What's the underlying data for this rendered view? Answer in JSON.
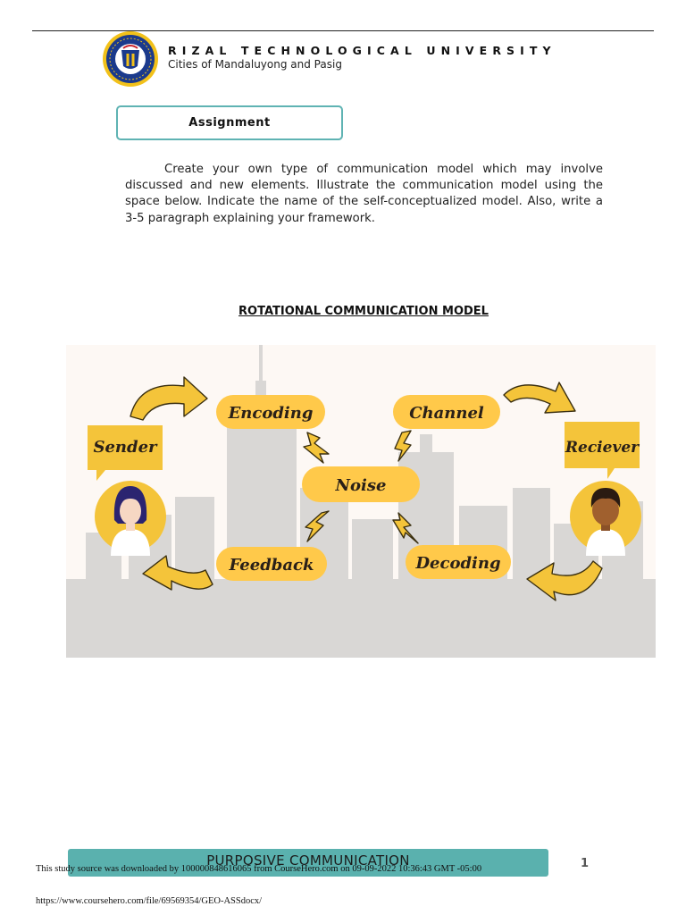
{
  "header": {
    "university": "RIZAL TECHNOLOGICAL UNIVERSITY",
    "campus": "Cities of Mandaluyong and Pasig"
  },
  "assignment": {
    "label": "Assignment",
    "instructions": "Create your own type of communication model which may involve discussed and new elements. Illustrate the communication model using the space below. Indicate the name of the self-conceptualized model. Also, write a 3-5 paragraph explaining your framework."
  },
  "model": {
    "title": "ROTATIONAL COMMUNICATION MODEL",
    "nodes": {
      "sender": "Sender",
      "receiver": "Reciever",
      "encoding": "Encoding",
      "channel": "Channel",
      "noise": "Noise",
      "feedback": "Feedback",
      "decoding": "Decoding"
    }
  },
  "footer": {
    "course": "PURPOSIVE COMMUNICATION",
    "page_number": "1",
    "download_note": "This study source was downloaded by 100000848616065 from CourseHero.com on 09-09-2022 10:36:43 GMT -05:00",
    "url": "https://www.coursehero.com/file/69569354/GEO-ASSdocx/"
  },
  "colors": {
    "accent_teal": "#5ab1ae",
    "pill_yellow": "#ffc94a",
    "callout_yellow": "#f4c43a",
    "skyline_gray": "#d8d6d4"
  },
  "icons": [
    "university-seal-icon",
    "curved-arrow-icon",
    "lightning-bolt-icon",
    "female-avatar-icon",
    "male-avatar-icon"
  ]
}
